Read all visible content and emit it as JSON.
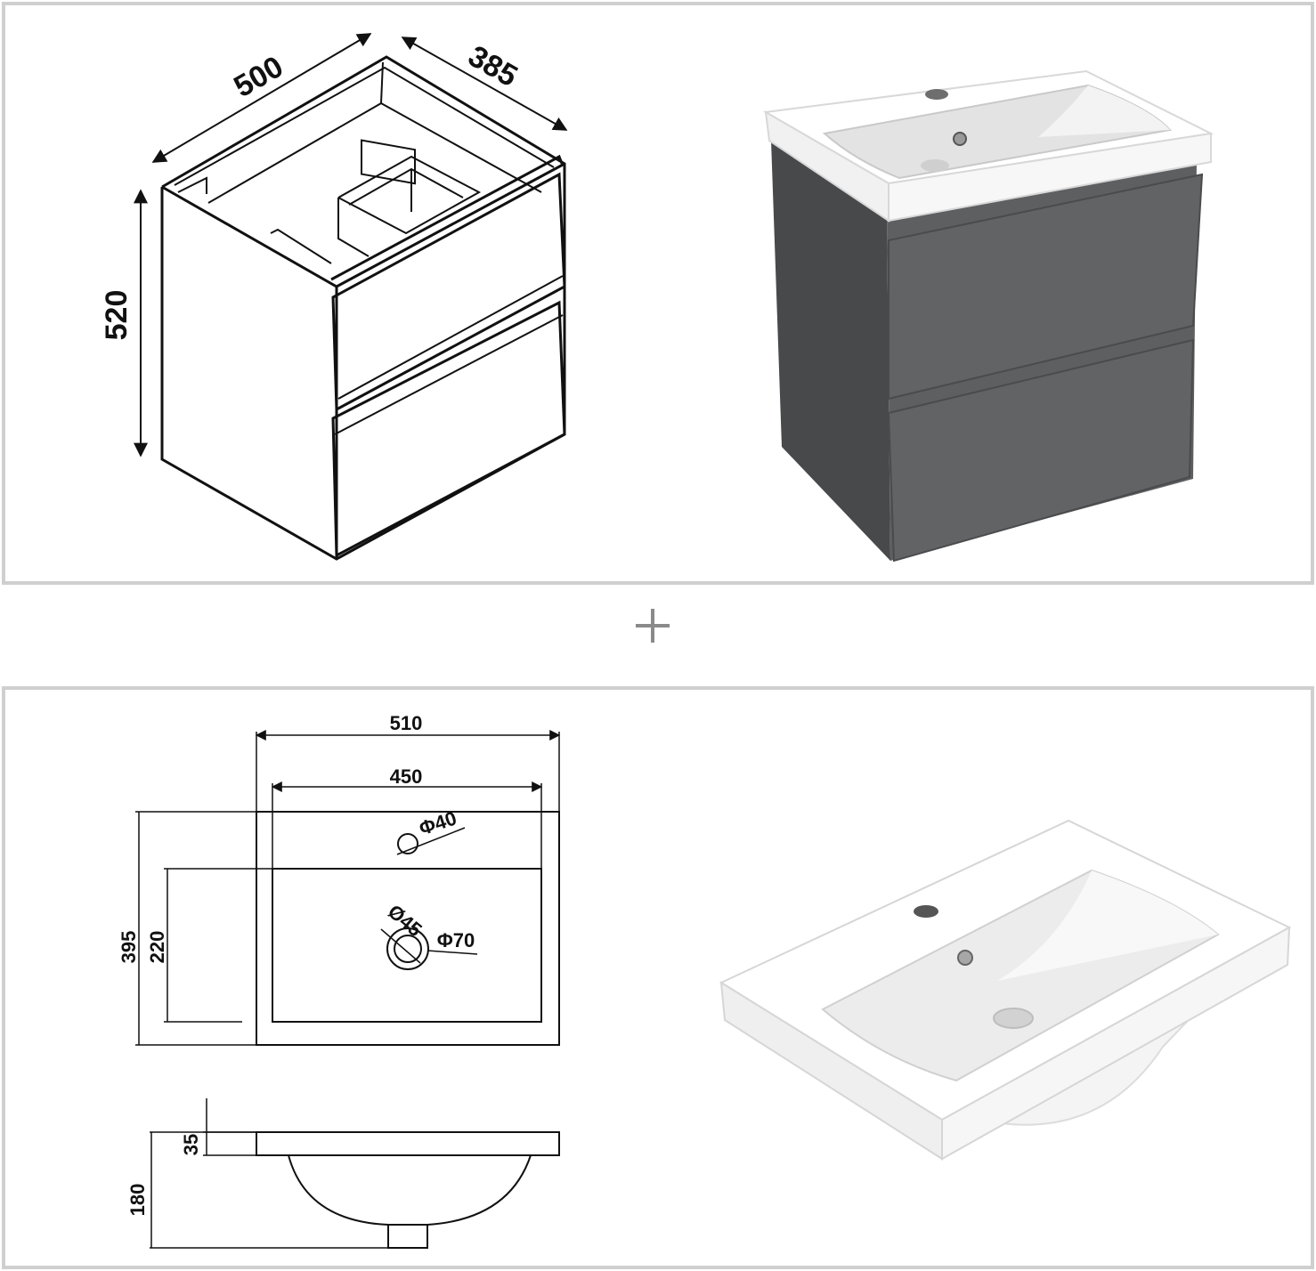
{
  "cabinet_drawing": {
    "width_label": "500",
    "depth_label": "385",
    "height_label": "520"
  },
  "basin_plan": {
    "overall_width_label": "510",
    "bowl_width_label": "450",
    "overall_depth_label": "395",
    "bowl_depth_label": "220",
    "tap_hole_label": "Φ40",
    "drain_inner_label": "Ø45",
    "drain_outer_label": "Φ70"
  },
  "basin_section": {
    "rim_height_label": "35",
    "total_height_label": "180"
  },
  "colors": {
    "cabinet_grey": "#5e5f61",
    "basin_white": "#ffffff",
    "panel_border": "#cfcfcf",
    "line": "#111111"
  }
}
